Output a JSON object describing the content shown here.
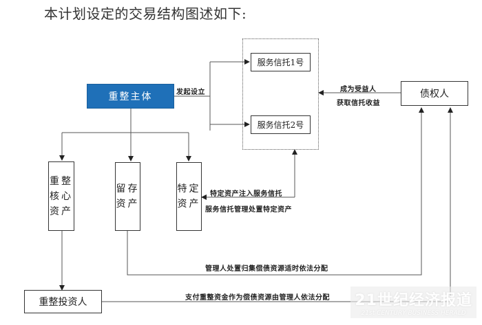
{
  "title": "本计划设定的交易结构图述如下:",
  "nodes": {
    "restructuring_entity": "重整主体",
    "service_trust_1": "服务信托1号",
    "service_trust_2": "服务信托2号",
    "creditors": "债权人",
    "core_assets": "重整核心资产",
    "retained_assets": "留存资产",
    "specific_assets": "特定资产",
    "investor": "重整投资人"
  },
  "edges": {
    "initiate_setup": "发起设立",
    "become_beneficiary": "成为受益人",
    "obtain_trust_income": "获取信托收益",
    "inject_assets": "特定资产注入服务信托",
    "trust_manage_assets": "服务信托管理处置特定资产",
    "administrator_distribute": "管理人处置归集偿债资源适时依法分配",
    "investor_pay": "支付重整资金作为偿债资源由管理人依法分配"
  },
  "watermark": {
    "line1": "21世纪经济报道",
    "line2": "21st CENTURY BUSINESS HERALD"
  },
  "colors": {
    "accent_box": "#1f70b8"
  }
}
